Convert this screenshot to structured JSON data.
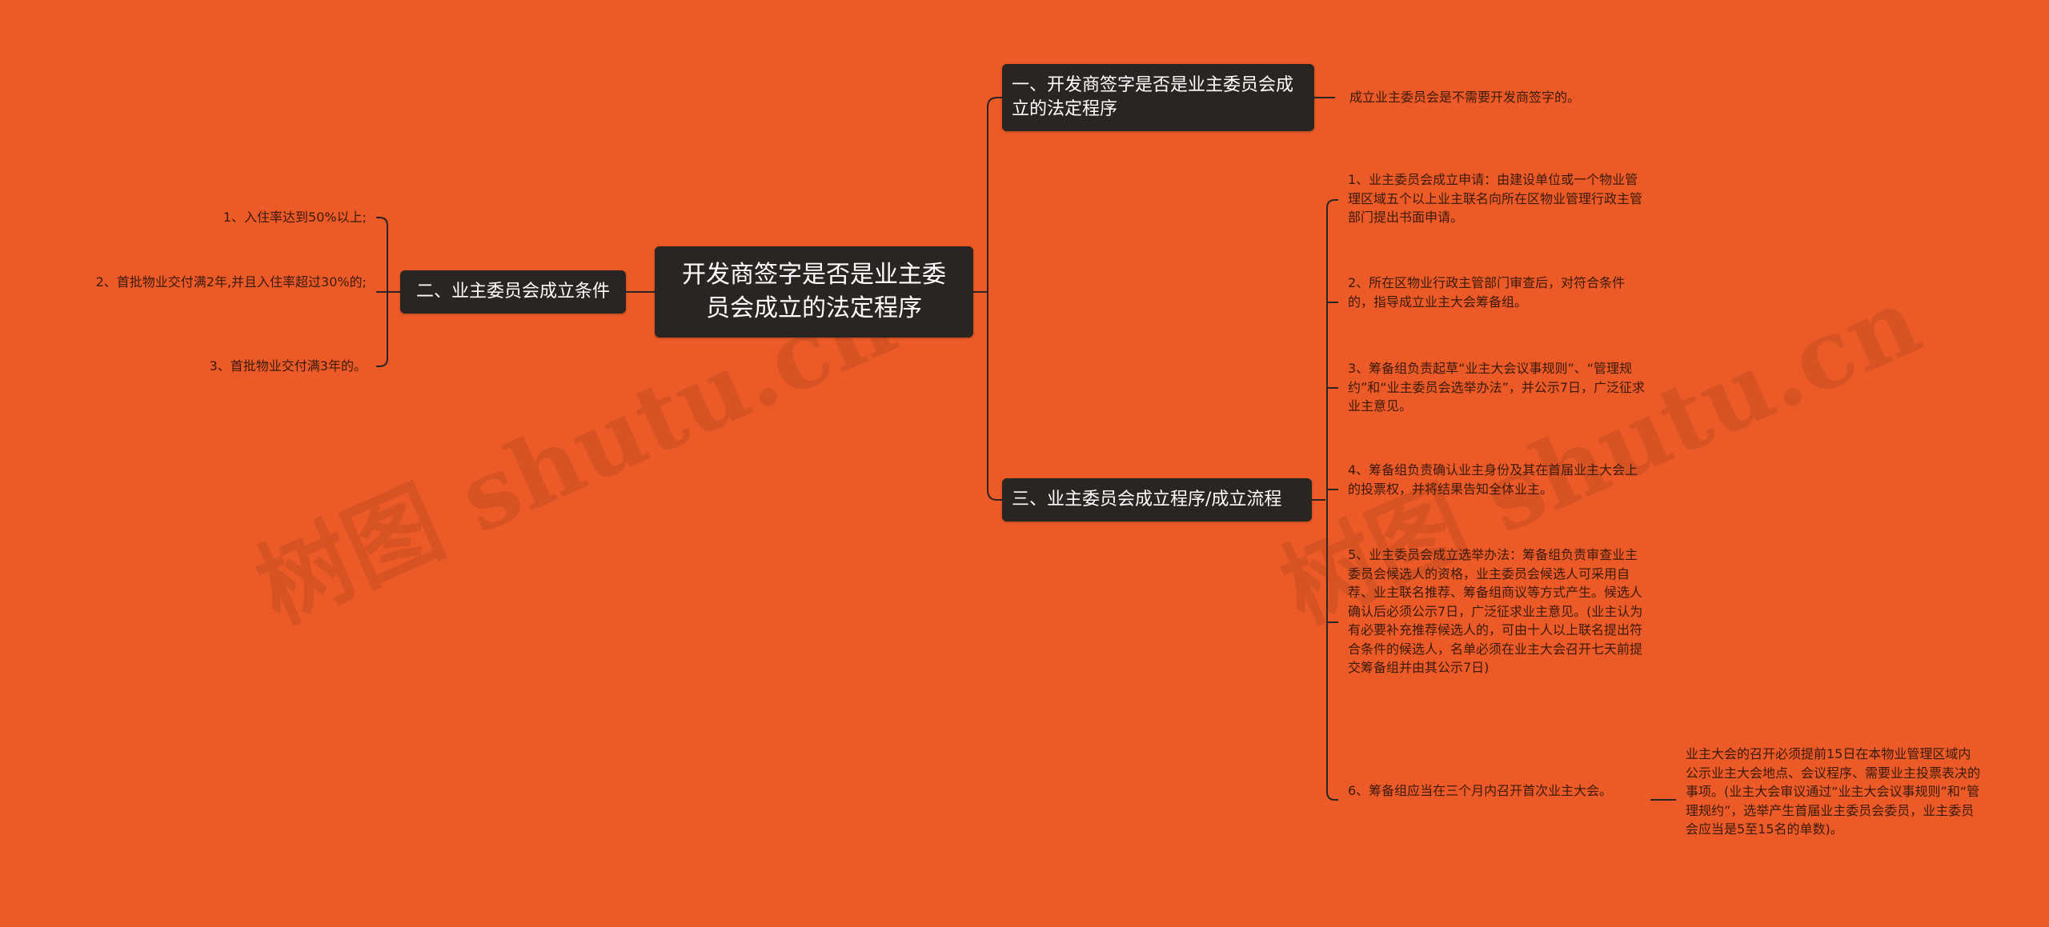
{
  "root": {
    "title": "开发商签字是否是业主委员会成立的法定程序"
  },
  "branches": [
    {
      "label": "一、开发商签字是否是业主委员会成立的法定程序"
    },
    {
      "label": "二、业主委员会成立条件"
    },
    {
      "label": "三、业主委员会成立程序/成立流程"
    }
  ],
  "branch1_children": [
    {
      "text": "成立业主委员会是不需要开发商签字的。"
    }
  ],
  "branch2_children": [
    {
      "text": "1、入住率达到50%以上;"
    },
    {
      "text": "2、首批物业交付满2年,并且入住率超过30%的;"
    },
    {
      "text": "3、首批物业交付满3年的。"
    }
  ],
  "branch3_children": [
    {
      "text": "1、业主委员会成立申请：由建设单位或一个物业管理区域五个以上业主联名向所在区物业管理行政主管部门提出书面申请。"
    },
    {
      "text": "2、所在区物业行政主管部门审查后，对符合条件的，指导成立业主大会筹备组。"
    },
    {
      "text": "3、筹备组负责起草“业主大会议事规则”、“管理规约”和“业主委员会选举办法”，并公示7日，广泛征求业主意见。"
    },
    {
      "text": "4、筹备组负责确认业主身份及其在首届业主大会上的投票权，并将结果告知全体业主。"
    },
    {
      "text": "5、业主委员会成立选举办法：筹备组负责审查业主委员会候选人的资格，业主委员会候选人可采用自荐、业主联名推荐、筹备组商议等方式产生。候选人确认后必须公示7日，广泛征求业主意见。(业主认为有必要补充推荐候选人的，可由十人以上联名提出符合条件的候选人，名单必须在业主大会召开七天前提交筹备组并由其公示7日)"
    },
    {
      "text": "6、筹备组应当在三个月内召开首次业主大会。"
    }
  ],
  "branch3_child6_detail": {
    "text": "业主大会的召开必须提前15日在本物业管理区域内公示业主大会地点、会议程序、需要业主投票表决的事项。(业主大会审议通过“业主大会议事规则”和“管理规约”，选举产生首届业主委员会委员，业主委员会应当是5至15名的单数)。"
  },
  "watermarks": [
    {
      "text": "树图 shutu.cn"
    },
    {
      "text": "树图 shutu.cn"
    }
  ],
  "colors": {
    "background": "#EC5B27",
    "node": "#2A2523",
    "node_text": "#FFFFFF",
    "leaf_text": "#3B1A0C",
    "line": "#2A2523"
  }
}
